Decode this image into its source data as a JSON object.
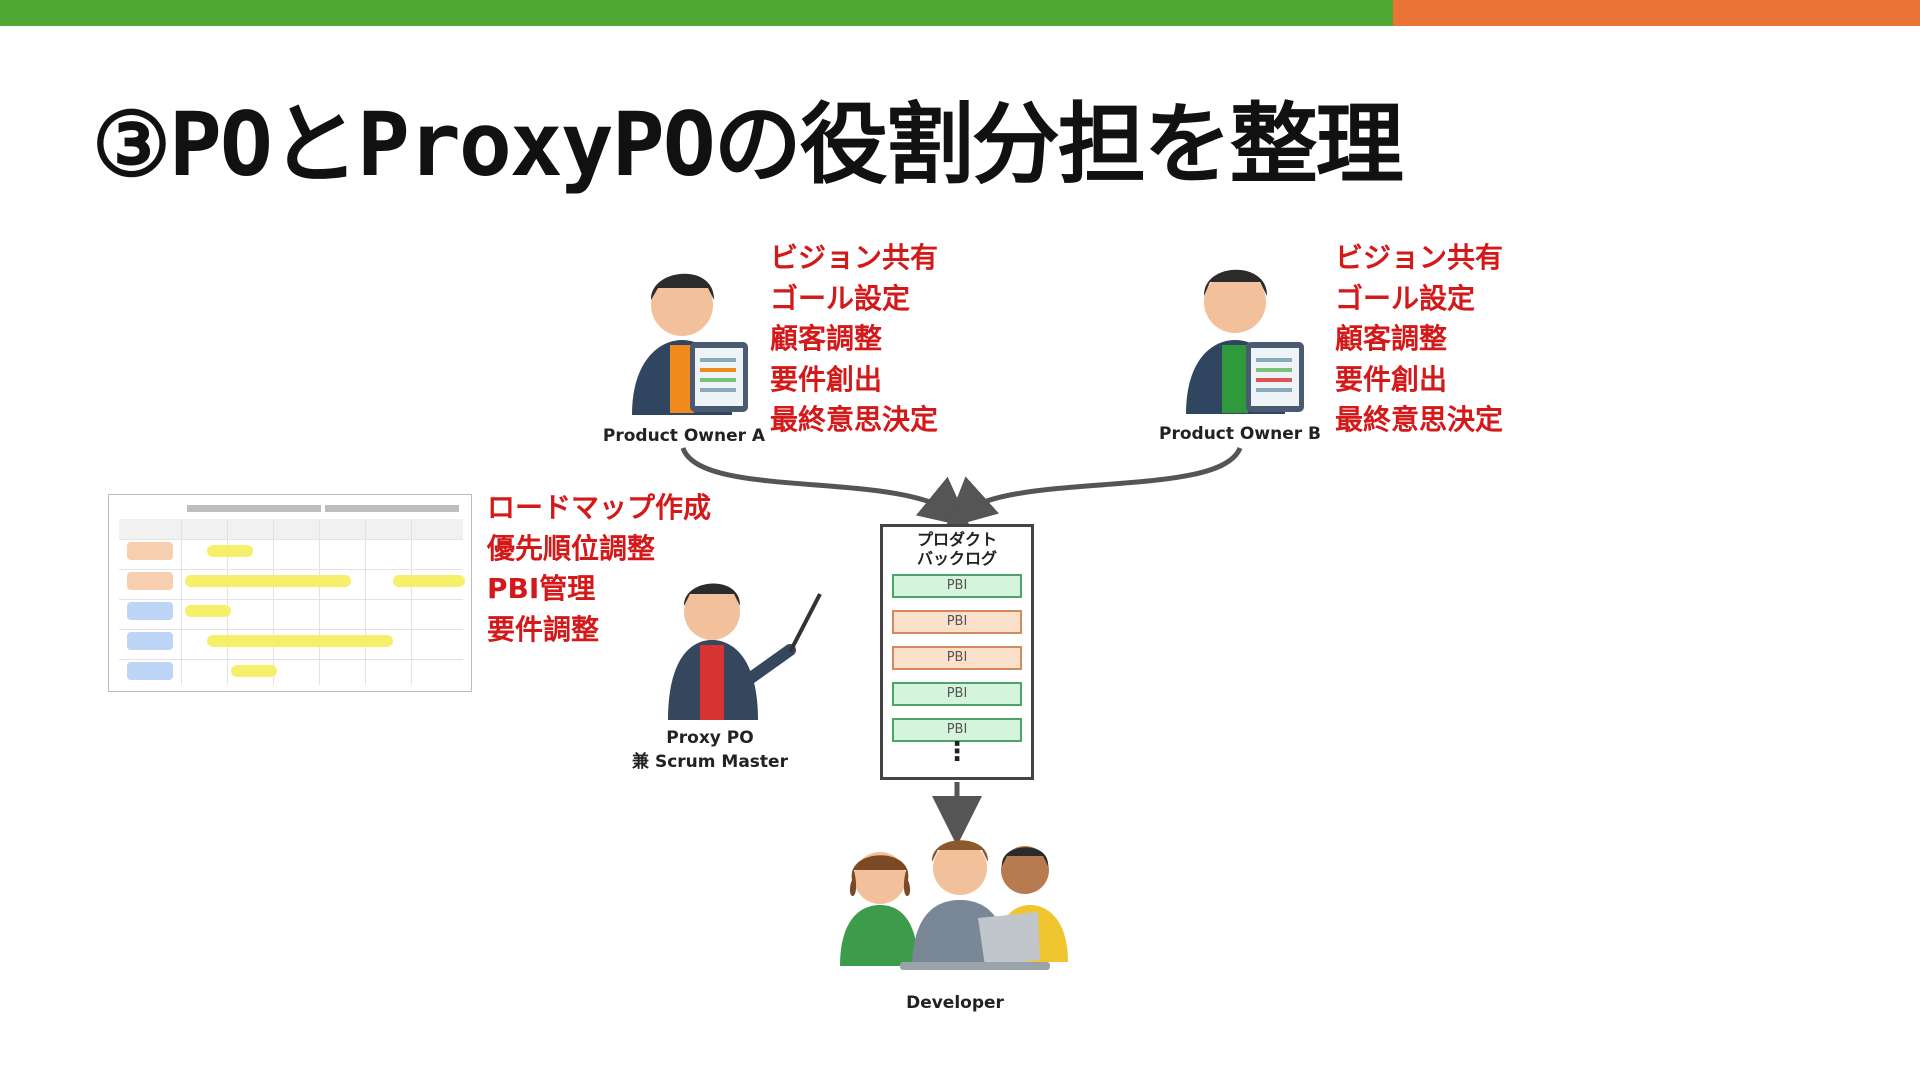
{
  "title": "③POとProxyPOの役割分担を整理",
  "colors": {
    "accent_green": "#4ea833",
    "accent_orange": "#e97435",
    "role_text": "#d31919",
    "pbi_green_fill": "#d4f5dc",
    "pbi_green_border": "#4fa36a",
    "pbi_orange_fill": "#fbe0cc",
    "pbi_orange_border": "#d28a5a",
    "arrow": "#555555"
  },
  "product_owner_a": {
    "label": "Product Owner A",
    "roles": [
      "ビジョン共有",
      "ゴール設定",
      "顧客調整",
      "要件創出",
      "最終意思決定"
    ]
  },
  "product_owner_b": {
    "label": "Product Owner B",
    "roles": [
      "ビジョン共有",
      "ゴール設定",
      "顧客調整",
      "要件創出",
      "最終意思決定"
    ]
  },
  "proxy_po": {
    "label_line1": "Proxy PO",
    "label_line2": "兼 Scrum Master",
    "roles": [
      "ロードマップ作成",
      "優先順位調整",
      "PBI管理",
      "要件調整"
    ]
  },
  "backlog": {
    "title_line1": "プロダクト",
    "title_line2": "バックログ",
    "items": [
      {
        "label": "PBI",
        "tone": "green"
      },
      {
        "label": "PBI",
        "tone": "orange"
      },
      {
        "label": "PBI",
        "tone": "orange"
      },
      {
        "label": "PBI",
        "tone": "green"
      },
      {
        "label": "PBI",
        "tone": "green"
      }
    ],
    "ellipsis": "⋮"
  },
  "developer": {
    "label": "Developer"
  }
}
